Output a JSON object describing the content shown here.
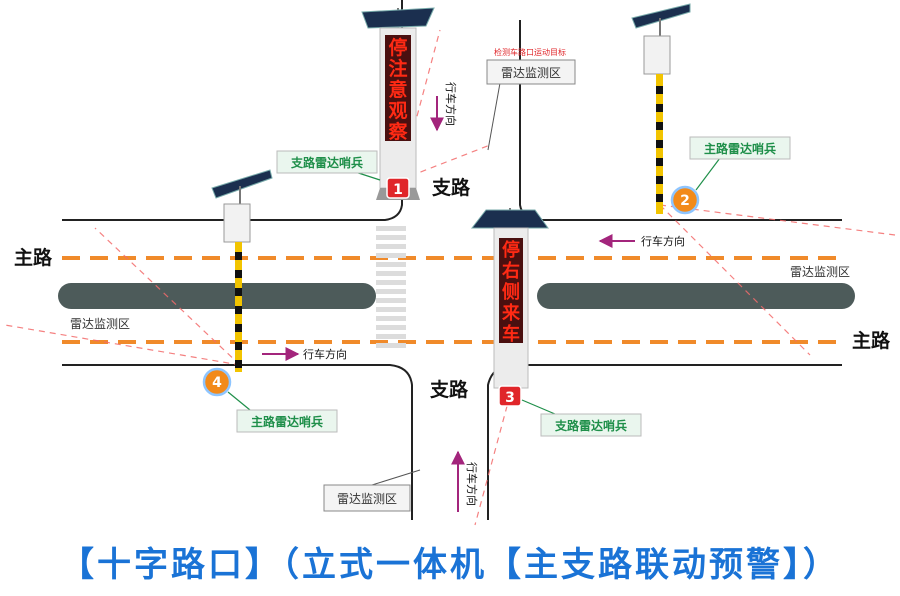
{
  "roads": {
    "main_road_left": "主路",
    "main_road_right": "主路",
    "branch_road_top": "支路",
    "branch_road_bottom": "支路"
  },
  "zones": {
    "top_callout": "雷达监测区",
    "top_callout_note": "检测车路口运动目标",
    "left_main": "雷达监测区",
    "right_main": "雷达监测区",
    "bottom_callout": "雷达监测区"
  },
  "directions": {
    "top_branch": "行车方向",
    "upper_main": "行车方向",
    "lower_main": "行车方向",
    "bottom_branch": "行车方向"
  },
  "sentinels": [
    {
      "number": "1",
      "label": "支路雷达哨兵"
    },
    {
      "number": "2",
      "label": "主路雷达哨兵"
    },
    {
      "number": "3",
      "label": "支路雷达哨兵"
    },
    {
      "number": "4",
      "label": "主路雷达哨兵"
    }
  ],
  "signs": {
    "top_sign": [
      "停",
      "注",
      "意",
      "观",
      "察"
    ],
    "bottom_sign": [
      "停",
      "右",
      "侧",
      "来",
      "车"
    ]
  },
  "footer": {
    "title": "【十字路口】（立式一体机【主支路联动预警】）"
  },
  "colors": {
    "lane_divider": "#f08a2a",
    "median": "#4d5b5a",
    "led_text": "#ff2a14",
    "callout_green": "#1f8f4a",
    "badge_red": "#e0262a",
    "badge_orange": "#f28a1a",
    "arrow_purple": "#a3257c",
    "radar_beam": "#f36b6b",
    "title_blue": "#1a73d6"
  }
}
